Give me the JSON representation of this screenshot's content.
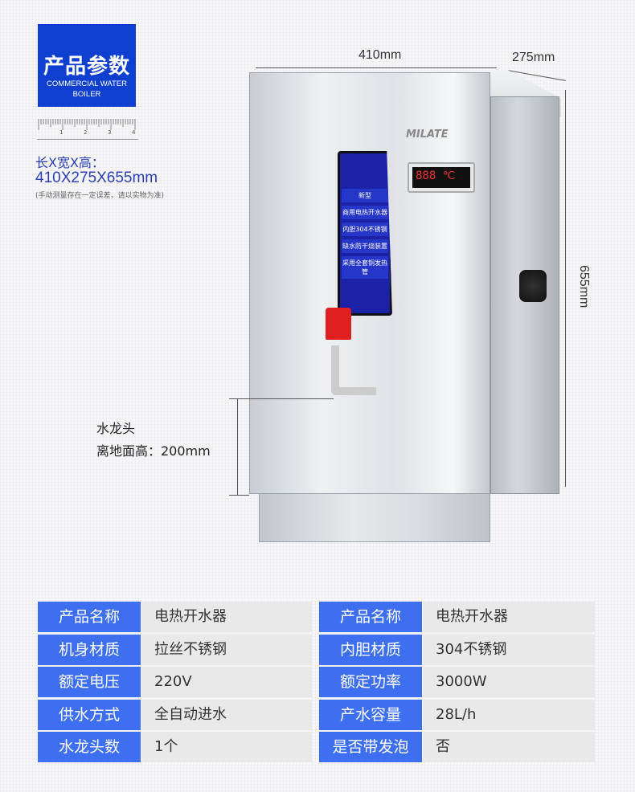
{
  "header": {
    "title": "产品参数",
    "subtitle_line1": "COMMERCIAL WATER",
    "subtitle_line2": "BOILER"
  },
  "ruler": {
    "ticks": [
      "1",
      "2",
      "3",
      "4"
    ]
  },
  "dimensions": {
    "label": "长X宽X高：",
    "value": "410X275X655mm",
    "note": "(手动测量存在一定误差，请以实物为准)"
  },
  "annotations": {
    "width": "410mm",
    "depth": "275mm",
    "height": "655mm",
    "tap_label": "水龙头",
    "tap_height": "离地面高：200mm"
  },
  "product_image": {
    "brand": "MILATE",
    "label_lines": [
      "新型",
      "商用电热开水器",
      "内胆304不锈钢",
      "缺水防干烧装置",
      "采用全套铜发热管"
    ],
    "display": "888",
    "unit": "℃"
  },
  "colors": {
    "title_bg": "#0f3fd0",
    "label_bg": "#3d6ff0",
    "text_blue": "#2a3fb3"
  },
  "specs": [
    {
      "label": "产品名称",
      "value": "电热开水器",
      "label2": "产品名称",
      "value2": "电热开水器"
    },
    {
      "label": "机身材质",
      "value": "拉丝不锈钢",
      "label2": "内胆材质",
      "value2": "304不锈钢"
    },
    {
      "label": "额定电压",
      "value": "220V",
      "label2": "额定功率",
      "value2": "3000W"
    },
    {
      "label": "供水方式",
      "value": "全自动进水",
      "label2": "产水容量",
      "value2": "28L/h"
    },
    {
      "label": "水龙头数",
      "value": "1个",
      "label2": "是否带发泡",
      "value2": "否"
    }
  ]
}
